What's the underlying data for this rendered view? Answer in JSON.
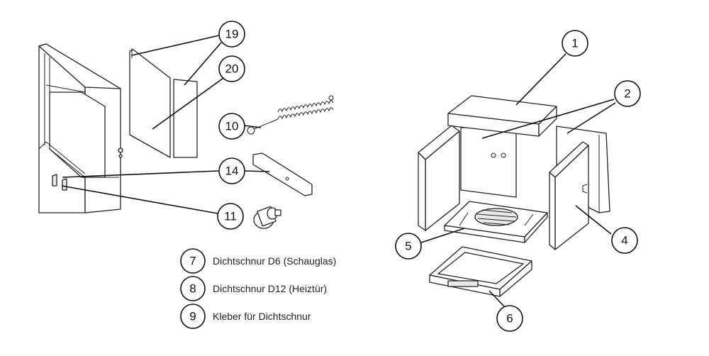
{
  "callouts": {
    "c1": "1",
    "c2": "2",
    "c4": "4",
    "c5": "5",
    "c6": "6",
    "c10": "10",
    "c11": "11",
    "c14": "14",
    "c19": "19",
    "c20": "20"
  },
  "legend": [
    {
      "number": "7",
      "text": "Dichtschnur D6 (Schauglas)"
    },
    {
      "number": "8",
      "text": "Dichtschnur D12 (Heiztür)"
    },
    {
      "number": "9",
      "text": "Kleber für Dichtschnur"
    }
  ]
}
